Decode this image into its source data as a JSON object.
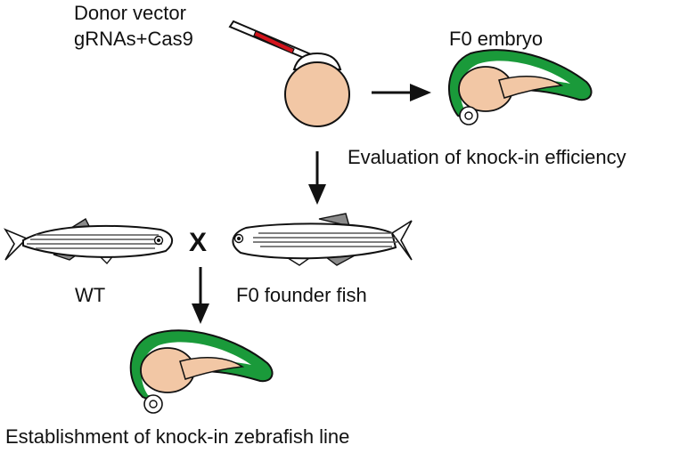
{
  "labels": {
    "injection_line1": "Donor vector",
    "injection_line2": "gRNAs+Cas9",
    "f0_embryo": "F0 embryo",
    "evaluation": "Evaluation of knock-in efficiency",
    "cross_symbol": "X",
    "wt": "WT",
    "founder": "F0 founder fish",
    "establishment": "Establishment of knock-in zebrafish line"
  },
  "colors": {
    "yolk": "#f2c7a5",
    "gfp": "#1a9a3a",
    "needle_tip": "#d4141c",
    "stripe": "#555555",
    "fin": "#8a8a8a",
    "outline": "#111111"
  }
}
